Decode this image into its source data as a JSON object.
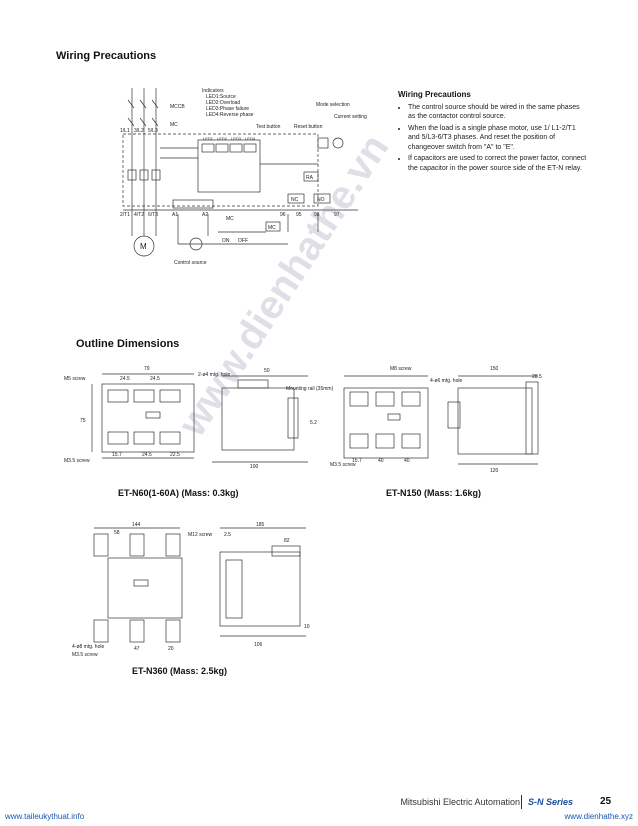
{
  "wiring": {
    "section_title": "Wiring Precautions",
    "diagram_labels": {
      "indicators": "Indicators",
      "led1": "LED1:Source",
      "led2": "LED2:Overload",
      "led3": "LED3:Phase failure",
      "led4": "LED4:Reverse phase",
      "mccb": "MCCB",
      "mc": "MC",
      "mode_selection": "Mode selection",
      "test_button": "Test button",
      "reset_button": "Reset button",
      "current_setting": "Current setting",
      "ra": "RA",
      "nc": "NC",
      "no": "NO",
      "t96": "96",
      "t95": "95",
      "t98": "98",
      "t97": "97",
      "a1": "A1",
      "a2": "A2",
      "mc_coil": "MC",
      "mc_sw": "MC",
      "on": "ON",
      "off": "OFF",
      "motor": "M",
      "control_source": "Control source",
      "l1": "1/L1",
      "l2": "3/L2",
      "l3": "5/L3",
      "t1": "2/T1",
      "t2": "4/T2",
      "t3": "6/T3",
      "led_a": "LED1",
      "led_b": "LED2",
      "led_c": "LED3",
      "led_d": "LED4"
    },
    "precautions_title": "Wiring Precautions",
    "precautions": [
      "The control source should be wired in the same phases as the contactor control source.",
      "When the load is a single phase motor, use 1/ L1-2/T1 and 5/L3-6/T3 phases. And reset the position of changeover switch from \"A\" to \"E\".",
      "If capacitors are used to correct the power factor, connect the capacitor in the power source side of the ET-N relay."
    ]
  },
  "outline": {
    "section_title": "Outline Dimensions",
    "drawings": [
      {
        "label": "ET-N60(1-60A) (Mass: 0.3kg)",
        "dims": [
          "79",
          "24.5",
          "24.5",
          "2-ø4 mtg. hole",
          "M5 screw",
          "50",
          "Mounting rail (35mm)",
          "5.2",
          "100",
          "75",
          "M3.5 screw",
          "15.7",
          "24.5",
          "22.5"
        ]
      },
      {
        "label": "ET-N150 (Mass: 1.6kg)",
        "dims": [
          "M8 screw",
          "150",
          "4-ø6 mtg. hole",
          "28.5",
          "M3.5 screw",
          "120",
          "15.7",
          "40",
          "40"
        ]
      },
      {
        "label": "ET-N360 (Mass: 2.5kg)",
        "dims": [
          "144",
          "58",
          "M12 screw",
          "185",
          "2.5",
          "82",
          "4-ø8 mtg. hole",
          "M3.5 screw",
          "47",
          "20",
          "106",
          "10"
        ]
      }
    ]
  },
  "footer": {
    "company": "Mitsubishi Electric Automation",
    "series": "S-N Series",
    "page": "25"
  },
  "urls": {
    "left": "www.taileukythuat.info",
    "right": "www.dienhathe.xyz"
  },
  "watermark": "www.dienhathe.vn"
}
